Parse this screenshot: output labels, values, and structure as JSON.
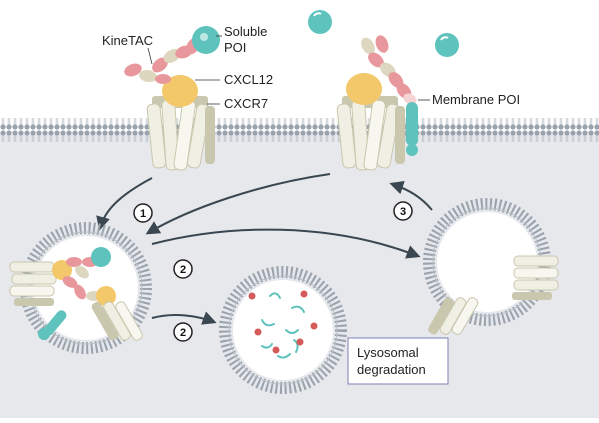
{
  "labels": {
    "kinetac": "KineTAC",
    "soluble_poi_line1": "Soluble",
    "soluble_poi_line2": "POI",
    "cxcl12": "CXCL12",
    "cxcr7": "CXCR7",
    "membrane_poi": "Membrane POI",
    "lysosomal_line1": "Lysosomal",
    "lysosomal_line2": "degradation"
  },
  "steps": {
    "step1": "1",
    "step2a": "2",
    "step2b": "2",
    "step3": "3"
  },
  "colors": {
    "cytoplasm": "#e6e8ec",
    "membrane_head": "#9aa3ad",
    "receptor": "#efefe4",
    "receptor_shade": "#c9c7ad",
    "cxcl12": "#f2c86a",
    "antibody_pink": "#e8989c",
    "antibody_beige": "#ddd7c0",
    "poi_teal": "#5fc3bd",
    "lyso_dot": "#d45a5a",
    "arrow": "#3a4650"
  }
}
